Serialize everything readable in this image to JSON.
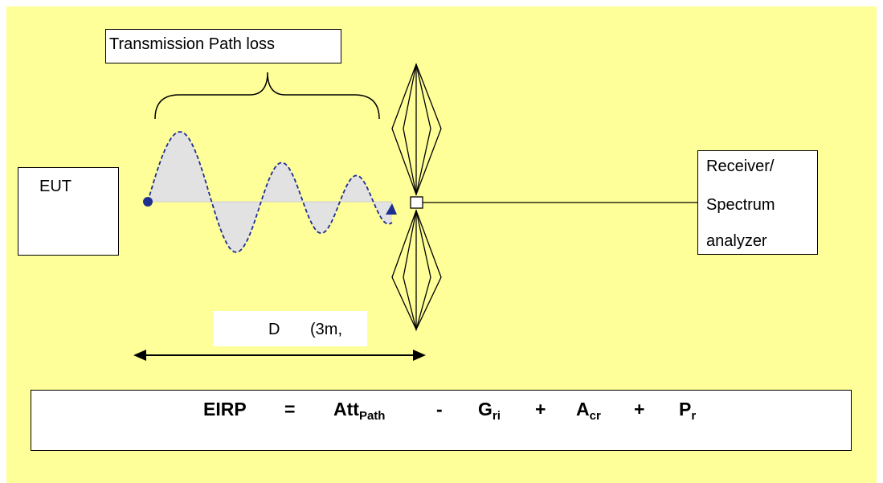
{
  "colors": {
    "background": "#ffff99",
    "wave_fill": "#e2e2e2",
    "wave_stroke": "#1f2f8f",
    "line": "#000000"
  },
  "path_loss_label": "Transmission Path loss",
  "eut_label": "EUT",
  "receiver_lines": [
    "Receiver/",
    "Spectrum",
    "analyzer"
  ],
  "distance_label": {
    "letter": "D",
    "value": "(3m,"
  },
  "formula": {
    "lhs": "EIRP",
    "equals": "=",
    "att": "Att",
    "att_sub": "Path",
    "op1": "-",
    "g": "G",
    "g_sub": "ri",
    "op2": "+",
    "a": "A",
    "a_sub": "cr",
    "op3": "+",
    "p": "P",
    "p_sub": "r"
  }
}
